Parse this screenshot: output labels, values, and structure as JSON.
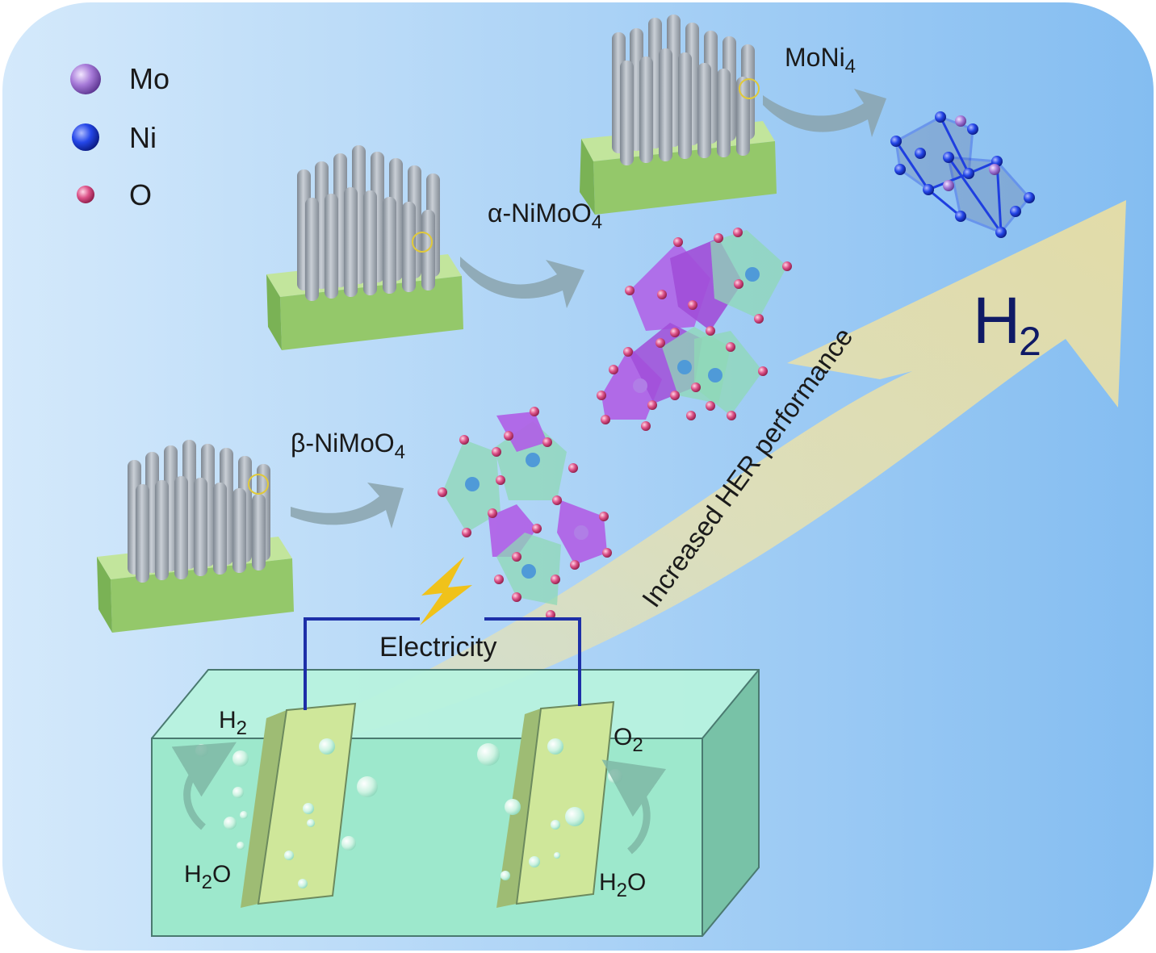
{
  "legend": {
    "items": [
      {
        "symbol": "Mo",
        "color": "#9b6fd0"
      },
      {
        "symbol": "Ni",
        "color": "#1f3fe0"
      },
      {
        "symbol": "O",
        "color": "#d84c7e"
      }
    ]
  },
  "phases": {
    "moni4": {
      "base": "MoNi",
      "sub": "4"
    },
    "alpha": {
      "base": "α-NiMoO",
      "sub": "4"
    },
    "beta": {
      "base": "β-NiMoO",
      "sub": "4"
    }
  },
  "arrow_label": "Increased HER performance",
  "product": {
    "base": "H",
    "sub": "2"
  },
  "circuit_label": "Electricity",
  "cell": {
    "cathode_gas": {
      "base": "H",
      "sub": "2"
    },
    "anode_gas": {
      "base": "O",
      "sub": "2"
    },
    "reactant_left": {
      "pre": "H",
      "sub": "2",
      "post": "O"
    },
    "reactant_right": {
      "pre": "H",
      "sub": "2",
      "post": "O"
    }
  },
  "colors": {
    "background_start": "#d2e8fb",
    "background_end": "#86bff2",
    "substrate": "#9ccf76",
    "rod": "#9ba3ad",
    "arrow_band": "#e8e2b2",
    "electrolyte": "#9de8cc",
    "wire": "#1d2fa8",
    "octahedron_purple": "#b05ee6",
    "octahedron_green": "#8fd8b6",
    "bolt": "#f0c21a"
  }
}
